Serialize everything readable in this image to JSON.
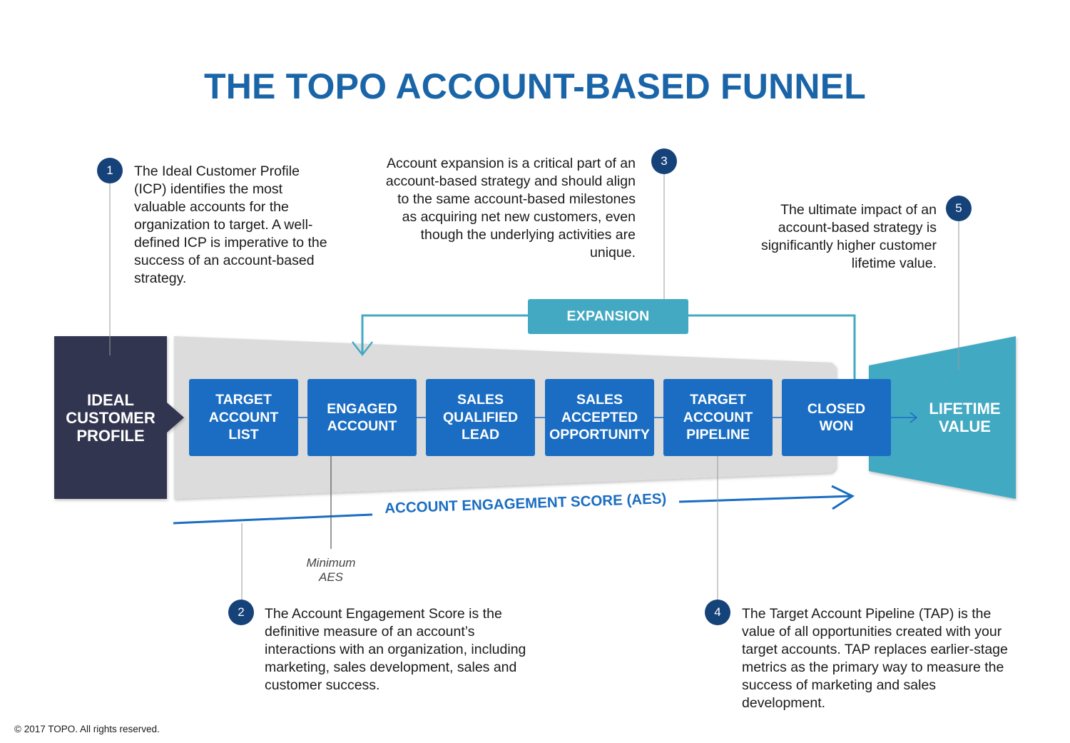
{
  "title": "THE TOPO ACCOUNT-BASED FUNNEL",
  "icp_label": "IDEAL\nCUSTOMER\nPROFILE",
  "stages": [
    "TARGET\nACCOUNT\nLIST",
    "ENGAGED\nACCOUNT",
    "SALES\nQUALIFIED\nLEAD",
    "SALES\nACCEPTED\nOPPORTUNITY",
    "TARGET\nACCOUNT\nPIPELINE",
    "CLOSED\nWON"
  ],
  "lifetime_value_label": "LIFETIME\nVALUE",
  "expansion_label": "EXPANSION",
  "aes_label": "ACCOUNT ENGAGEMENT SCORE (AES)",
  "minimum_aes_label": "Minimum\nAES",
  "notes": [
    {
      "number": "1",
      "text": "The Ideal Customer Profile (ICP) identifies the most valuable accounts for the organization to target. A well-defined ICP is imperative to the success of an account-based strategy."
    },
    {
      "number": "2",
      "text": "The Account Engagement Score is the definitive measure of an account’s interactions with an organization, including marketing, sales development, sales and customer success."
    },
    {
      "number": "3",
      "text": "Account expansion is a critical part of an account-based strategy and should align to the same account-based milestones as acquiring net new customers, even though the underlying activities are unique."
    },
    {
      "number": "4",
      "text": "The Target Account Pipeline (TAP) is the value of all opportunities created with your target accounts. TAP replaces earlier-stage metrics as the primary way to measure the success of marketing and sales development."
    },
    {
      "number": "5",
      "text": "The ultimate impact of an account-based strategy is significantly higher customer lifetime value."
    }
  ],
  "copyright": "© 2017 TOPO. All rights reserved.",
  "colors": {
    "title": "#1a65a8",
    "stage": "#1a6dc2",
    "icp": "#323650",
    "funnel": "#dcdcdc",
    "teal": "#43a9c3",
    "badge": "#16427a"
  }
}
